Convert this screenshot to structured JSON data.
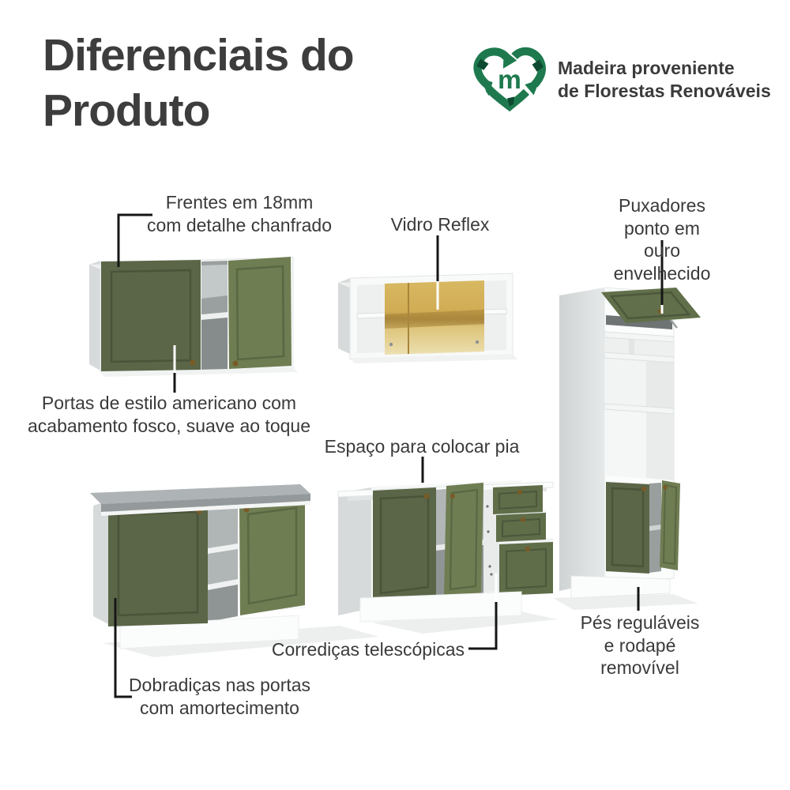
{
  "title": "Diferenciais do\nProduto",
  "badge": {
    "icon": "recycle-heart-icon",
    "letter": "m",
    "text": "Madeira proveniente\nde Florestas Renováveis"
  },
  "callouts": {
    "frentes": {
      "text": "Frentes em 18mm\ncom detalhe chanfrado"
    },
    "vidro": {
      "text": "Vidro Reflex"
    },
    "puxadores": {
      "text": "Puxadores ponto em\nouro envelhecido"
    },
    "portas": {
      "text": "Portas de estilo americano com\nacabamento fosco, suave ao toque"
    },
    "pia": {
      "text": "Espaço para colocar pia"
    },
    "corredicas": {
      "text": "Corrediças telescópicas"
    },
    "dobradicas": {
      "text": "Dobradiças nas portas\ncom amortecimento"
    },
    "pes": {
      "text": "Pés reguláveis\ne rodapé removível"
    }
  },
  "colors": {
    "logo_green": "#1e7a4e",
    "logo_green_dark": "#0d4a30",
    "door_green": "#5a6647",
    "door_green_light": "#6f7d52",
    "door_frame": "#49543a",
    "knob_bronze": "#7a5a26",
    "glass_gold": "#d9ba62",
    "countertop_gray": "#aeb3b5",
    "text_dark": "#3b3b3b",
    "leader_black": "#161616"
  }
}
